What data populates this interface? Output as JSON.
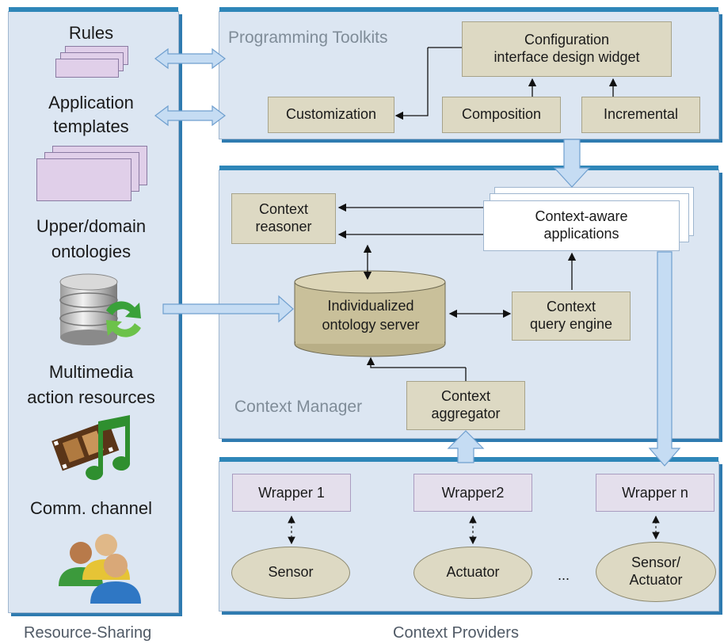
{
  "resource_sharing": {
    "items": [
      "Rules",
      "Application",
      "templates",
      "Upper/domain",
      "ontologies",
      "Multimedia",
      "action resources",
      "Comm. channel"
    ],
    "caption": "Resource-Sharing"
  },
  "programming_toolkits": {
    "title": "Programming Toolkits",
    "config_widget": [
      "Configuration",
      "interface design widget"
    ],
    "customization": "Customization",
    "composition": "Composition",
    "incremental": "Incremental"
  },
  "context_manager": {
    "title": "Context Manager",
    "reasoner": [
      "Context",
      "reasoner"
    ],
    "apps": [
      "Context-aware",
      "applications"
    ],
    "ontology_server": [
      "Individualized",
      "ontology server"
    ],
    "query_engine": [
      "Context",
      "query engine"
    ],
    "aggregator": [
      "Context",
      "aggregator"
    ]
  },
  "context_providers": {
    "caption": "Context Providers",
    "wrappers": [
      "Wrapper 1",
      "Wrapper2",
      "Wrapper n"
    ],
    "devices": [
      "Sensor",
      "Actuator",
      "Sensor/",
      "Actuator"
    ],
    "ellipsis": "..."
  },
  "colors": {
    "panel": "#dce6f2",
    "panel_band": "#2e86b8",
    "component_box": "#ddd9c3",
    "wrapper_box": "#e4dfec",
    "flow_arrow": "#b8d3ef"
  }
}
